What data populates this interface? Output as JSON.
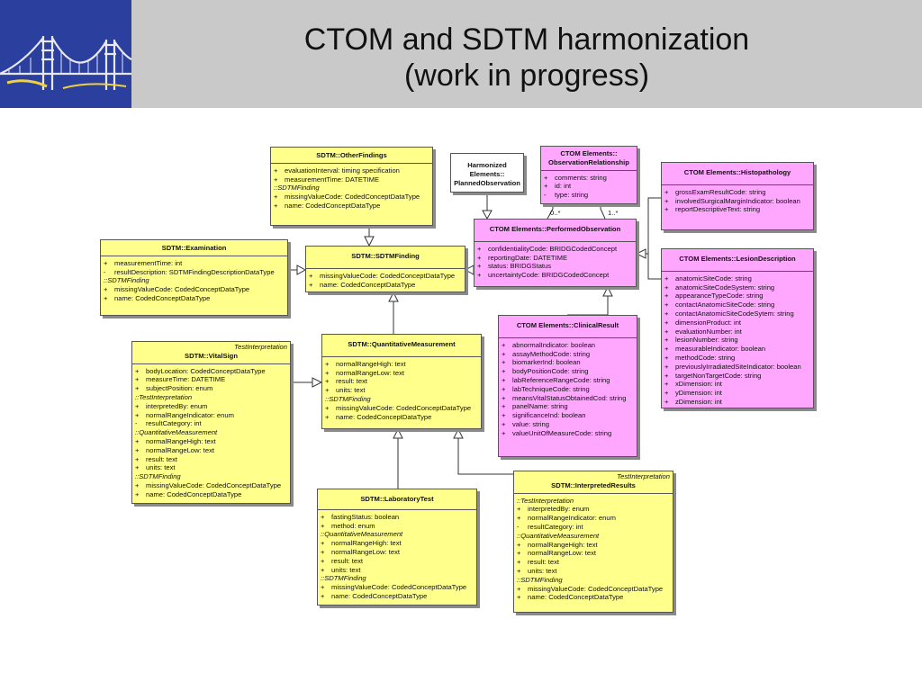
{
  "title": {
    "line1": "CTOM and SDTM harmonization",
    "line2": "(work in progress)"
  },
  "colors": {
    "sdtm_fill": "#ffff8c",
    "ctom_fill": "#ffa6ff",
    "header_blue": "#2b3f9e",
    "header_gray": "#c9c9c9"
  },
  "boxes": {
    "other_findings": {
      "name": "SDTM::OtherFindings",
      "rows": [
        {
          "v": "+",
          "t": "evaluationInterval:  timing specification"
        },
        {
          "v": "+",
          "t": "measurementTime:  DATETIME"
        },
        {
          "v": "",
          "t": "::SDTMFinding",
          "grp": true
        },
        {
          "v": "+",
          "t": "missingValueCode:  CodedConceptDataType"
        },
        {
          "v": "+",
          "t": "name:  CodedConceptDataType"
        }
      ]
    },
    "harmonized": {
      "name": "Harmonized Elements:: PlannedObservation"
    },
    "obs_relationship": {
      "name": "CTOM Elements:: ObservationRelationship",
      "rows": [
        {
          "v": "+",
          "t": "comments:  string"
        },
        {
          "v": "+",
          "t": "id:  int"
        },
        {
          "v": "-",
          "t": "type:  string"
        }
      ]
    },
    "histopathology": {
      "name": "CTOM Elements::Histopathology",
      "rows": [
        {
          "v": "+",
          "t": "grossExamResultCode:  string"
        },
        {
          "v": "+",
          "t": "involvedSurgicalMarginIndicator:  boolean"
        },
        {
          "v": "+",
          "t": "reportDescriptiveText:  string"
        }
      ]
    },
    "examination": {
      "name": "SDTM::Examination",
      "rows": [
        {
          "v": "+",
          "t": "measurementTime:  int"
        },
        {
          "v": "-",
          "t": "resultDescription:  SDTMFindingDescriptionDataType"
        },
        {
          "v": "",
          "t": "::SDTMFinding",
          "grp": true
        },
        {
          "v": "+",
          "t": "missingValueCode:  CodedConceptDataType"
        },
        {
          "v": "+",
          "t": "name:  CodedConceptDataType"
        }
      ]
    },
    "sdtm_finding": {
      "name": "SDTM::SDTMFinding",
      "rows": [
        {
          "v": "+",
          "t": "missingValueCode:  CodedConceptDataType"
        },
        {
          "v": "+",
          "t": "name:  CodedConceptDataType"
        }
      ]
    },
    "performed_obs": {
      "name": "CTOM Elements::PerformedObservation",
      "rows": [
        {
          "v": "+",
          "t": "confidentialityCode:  BRIDGCodedConcept"
        },
        {
          "v": "+",
          "t": "reportingDate:  DATETIME"
        },
        {
          "v": "+",
          "t": "status:  BRIDGStatus"
        },
        {
          "v": "+",
          "t": "uncertaintyCode:  BRIDGCodedConcept"
        }
      ]
    },
    "lesion": {
      "name": "CTOM Elements::LesionDescription",
      "rows": [
        {
          "v": "+",
          "t": "anatomicSiteCode:  string"
        },
        {
          "v": "+",
          "t": "anatomicSiteCodeSystem:  string"
        },
        {
          "v": "+",
          "t": "appearanceTypeCode:  string"
        },
        {
          "v": "+",
          "t": "contactAnatomicSiteCode:  string"
        },
        {
          "v": "+",
          "t": "contactAnatomicSiteCodeSytem:  string"
        },
        {
          "v": "+",
          "t": "dimensionProduct:  int"
        },
        {
          "v": "+",
          "t": "evaluationNumber:  int"
        },
        {
          "v": "+",
          "t": "lesionNumber:  string"
        },
        {
          "v": "+",
          "t": "measurableIndicator:  boolean"
        },
        {
          "v": "+",
          "t": "methodCode:  string"
        },
        {
          "v": "+",
          "t": "previouslyIrradiatedSiteIndicator:  boolean"
        },
        {
          "v": "+",
          "t": "targetNonTargetCode:  string"
        },
        {
          "v": "+",
          "t": "xDimension:  int"
        },
        {
          "v": "+",
          "t": "yDimension:  int"
        },
        {
          "v": "+",
          "t": "zDimension:  int"
        }
      ]
    },
    "vital_sign": {
      "stereotype": "TestInterpretation",
      "name": "SDTM::VitalSign",
      "rows": [
        {
          "v": "+",
          "t": "bodyLocation:  CodedConceptDataType"
        },
        {
          "v": "+",
          "t": "measureTime:  DATETIME"
        },
        {
          "v": "+",
          "t": "subjectPosition:  enum"
        },
        {
          "v": "",
          "t": "::TestInterpretation",
          "grp": true
        },
        {
          "v": "+",
          "t": "interpretedBy:  enum"
        },
        {
          "v": "+",
          "t": "normalRangeIndicator:  enum"
        },
        {
          "v": "-",
          "t": "resultCategory:  int"
        },
        {
          "v": "",
          "t": "::QuantitativeMeasurement",
          "grp": true
        },
        {
          "v": "+",
          "t": "normalRangeHigh:  text"
        },
        {
          "v": "+",
          "t": "normalRangeLow:  text"
        },
        {
          "v": "+",
          "t": "result:  text"
        },
        {
          "v": "+",
          "t": "units:  text"
        },
        {
          "v": "",
          "t": "::SDTMFinding",
          "grp": true
        },
        {
          "v": "+",
          "t": "missingValueCode:  CodedConceptDataType"
        },
        {
          "v": "+",
          "t": "name:  CodedConceptDataType"
        }
      ]
    },
    "quant_measurement": {
      "name": "SDTM::QuantitativeMeasurement",
      "rows": [
        {
          "v": "+",
          "t": "normalRangeHigh:  text"
        },
        {
          "v": "+",
          "t": "normalRangeLow:  text"
        },
        {
          "v": "+",
          "t": "result:  text"
        },
        {
          "v": "+",
          "t": "units:  text"
        },
        {
          "v": "",
          "t": "::SDTMFinding",
          "grp": true
        },
        {
          "v": "+",
          "t": "missingValueCode:  CodedConceptDataType"
        },
        {
          "v": "+",
          "t": "name:  CodedConceptDataType"
        }
      ]
    },
    "clinical_result": {
      "name": "CTOM Elements::ClinicalResult",
      "rows": [
        {
          "v": "+",
          "t": "abnormalIndicator:  boolean"
        },
        {
          "v": "+",
          "t": "assayMethodCode:  string"
        },
        {
          "v": "+",
          "t": "biomarkerInd:  boolean"
        },
        {
          "v": "+",
          "t": "bodyPositionCode:  string"
        },
        {
          "v": "+",
          "t": "labReferenceRangeCode:  string"
        },
        {
          "v": "+",
          "t": "labTechniqueCode:  string"
        },
        {
          "v": "+",
          "t": "meansVitalStatusObtainedCod:  string"
        },
        {
          "v": "+",
          "t": "panelName:  string"
        },
        {
          "v": "+",
          "t": "significanceInd:  boolean"
        },
        {
          "v": "+",
          "t": "value:  string"
        },
        {
          "v": "+",
          "t": "valueUnitOfMeasureCode:  string"
        }
      ]
    },
    "lab_test": {
      "name": "SDTM::LaboratoryTest",
      "rows": [
        {
          "v": "+",
          "t": "fastingStatus:  boolean"
        },
        {
          "v": "+",
          "t": "method:  enum"
        },
        {
          "v": "",
          "t": "::QuantitativeMeasurement",
          "grp": true
        },
        {
          "v": "+",
          "t": "normalRangeHigh:  text"
        },
        {
          "v": "+",
          "t": "normalRangeLow:  text"
        },
        {
          "v": "+",
          "t": "result:  text"
        },
        {
          "v": "+",
          "t": "units:  text"
        },
        {
          "v": "",
          "t": "::SDTMFinding",
          "grp": true
        },
        {
          "v": "+",
          "t": "missingValueCode:  CodedConceptDataType"
        },
        {
          "v": "+",
          "t": "name:  CodedConceptDataType"
        }
      ]
    },
    "interpreted": {
      "stereotype": "TestInterpretation",
      "name": "SDTM::InterpretedResults",
      "rows": [
        {
          "v": "",
          "t": "::TestInterpretation",
          "grp": true
        },
        {
          "v": "+",
          "t": "interpretedBy:  enum"
        },
        {
          "v": "+",
          "t": "normalRangeIndicator:  enum"
        },
        {
          "v": "-",
          "t": "resultCategory:  int"
        },
        {
          "v": "",
          "t": "::QuantitativeMeasurement",
          "grp": true
        },
        {
          "v": "+",
          "t": "normalRangeHigh:  text"
        },
        {
          "v": "+",
          "t": "normalRangeLow:  text"
        },
        {
          "v": "+",
          "t": "result:  text"
        },
        {
          "v": "+",
          "t": "units:  text"
        },
        {
          "v": "",
          "t": "::SDTMFinding",
          "grp": true
        },
        {
          "v": "+",
          "t": "missingValueCode:  CodedConceptDataType"
        },
        {
          "v": "+",
          "t": "name:  CodedConceptDataType"
        }
      ]
    }
  },
  "multiplicities": {
    "left": "0..*",
    "right": "1..*"
  }
}
